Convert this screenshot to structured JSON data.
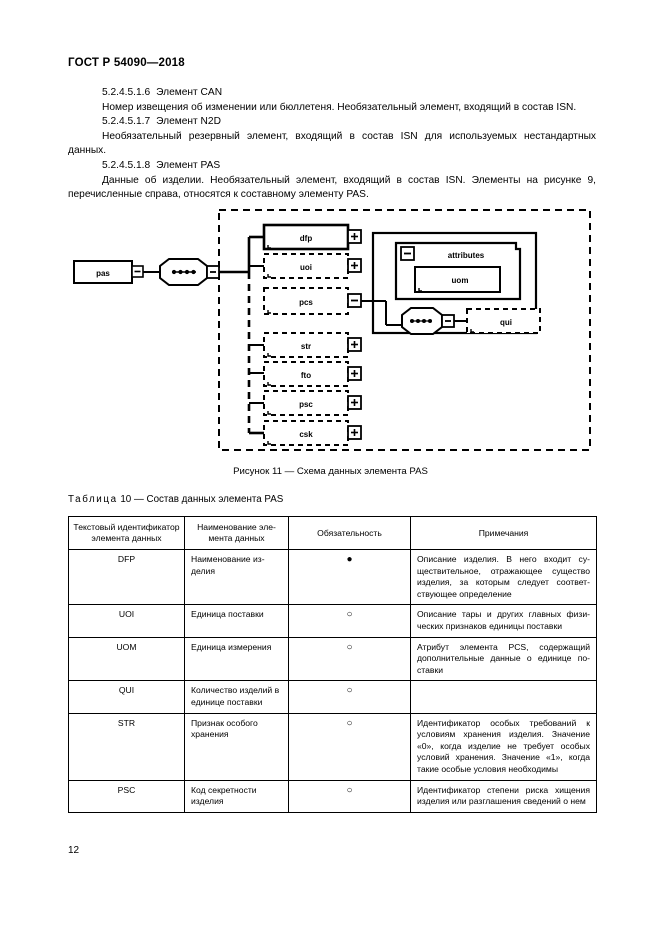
{
  "header": {
    "standard_id": "ГОСТ Р 54090—2018"
  },
  "body": {
    "sections": [
      {
        "number": "5.2.4.5.1.6",
        "title": "Элемент CAN",
        "paragraph": "Номер извещения об изменении или бюллетеня. Необязательный элемент, входящий в состав ISN."
      },
      {
        "number": "5.2.4.5.1.7",
        "title": "Элемент N2D",
        "paragraph": "Необязательный резервный элемент, входящий в состав ISN для используемых нестандартных данных."
      },
      {
        "number": "5.2.4.5.1.8",
        "title": "Элемент PAS",
        "paragraph": "Данные об изделии. Необязательный элемент, входящий в состав ISN. Элементы на рисунке 9, перечисленные справа, относятся к составному элементу PAS."
      }
    ]
  },
  "figure": {
    "caption": "Рисунок 11 — Схема данных элемента PAS",
    "root_node": "pas",
    "sequence_symbol": "···",
    "children": [
      {
        "label": "dfp",
        "toggle": "+"
      },
      {
        "label": "uoi",
        "toggle": "+"
      },
      {
        "label": "pcs",
        "toggle": "−"
      },
      {
        "label": "str",
        "toggle": "+"
      },
      {
        "label": "fto",
        "toggle": "+"
      },
      {
        "label": "psc",
        "toggle": "+"
      },
      {
        "label": "csk",
        "toggle": "+"
      }
    ],
    "attributes_group": {
      "label": "attributes",
      "toggle": "−",
      "child": "uom"
    },
    "pcs_child": {
      "label": "qui"
    }
  },
  "table": {
    "title_word": "Таблица",
    "title_rest": "10 — Состав данных элемента PAS",
    "columns": [
      "Текстовый идентификатор элемента данных",
      "Наименование эле­мента данных",
      "Обязательность",
      "Примечания"
    ],
    "rows": [
      {
        "id": "DFP",
        "name": "Наименование из­делия",
        "obligation": "●",
        "note": "Описание изделия. В него входит су­ществительное, отражающее существо изделия, за которым следует соответ­ствующее определение"
      },
      {
        "id": "UOI",
        "name": "Единица поставки",
        "obligation": "○",
        "note": "Описание тары и других главных физи­ческих признаков единицы поставки"
      },
      {
        "id": "UOM",
        "name": "Единица измерения",
        "obligation": "○",
        "note": "Атрибут элемента PCS, содержащий дополнительные данные о единице по­ставки"
      },
      {
        "id": "QUI",
        "name": "Количество изделий в единице поставки",
        "obligation": "○",
        "note": ""
      },
      {
        "id": "STR",
        "name": "Признак особого хранения",
        "obligation": "○",
        "note": "Идентификатор особых требований к условиям хранения изделия. Значение «0», когда изделие не требует особых условий хранения. Значение «1», когда такие особые условия необходимы"
      },
      {
        "id": "PSC",
        "name": "Код секретности изделия",
        "obligation": "○",
        "note": "Идентификатор степени риска хище­ния изделия или разглашения сведе­ний о нем"
      }
    ]
  },
  "footer": {
    "page_number": "12"
  }
}
